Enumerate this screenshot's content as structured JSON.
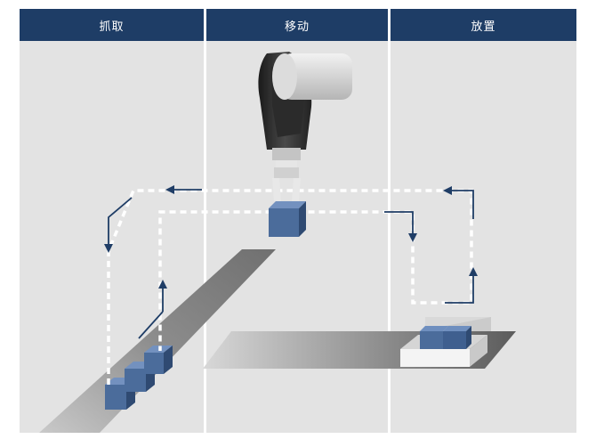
{
  "stages": [
    {
      "label": "抓取"
    },
    {
      "label": "移动"
    },
    {
      "label": "放置"
    }
  ],
  "colors": {
    "header": "#1e3d66",
    "panel": "#e3e3e3",
    "arrow": "#1f3d66",
    "path_dashes": "#ffffff",
    "box": "#4b6c9b"
  }
}
